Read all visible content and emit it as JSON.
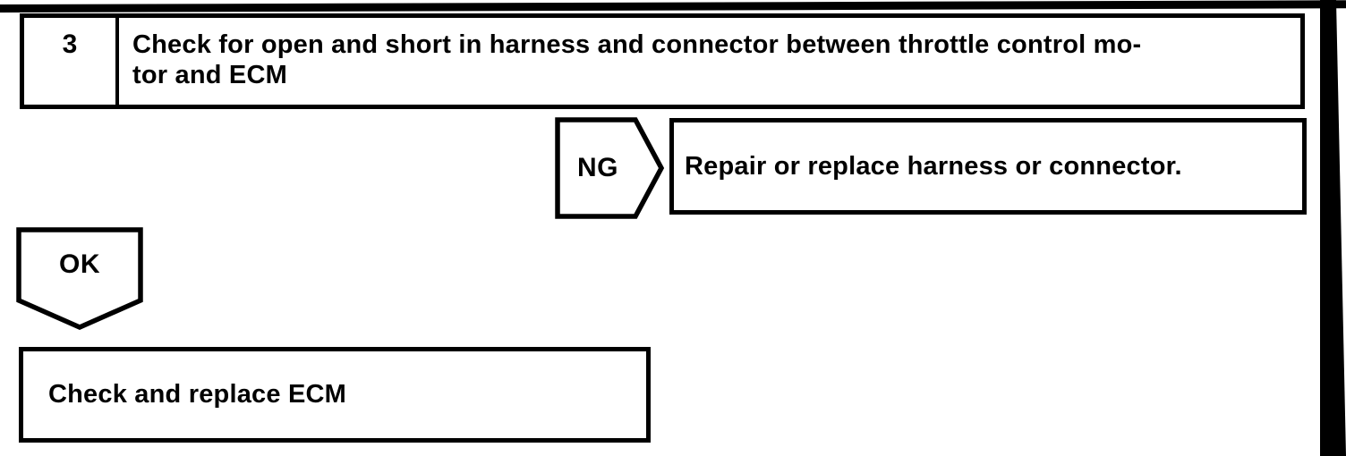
{
  "palette": {
    "ink": "#000000",
    "paper": "#ffffff"
  },
  "step": {
    "number": "3",
    "title_line1": "Check for open and short in harness and connector between throttle control mo-",
    "title_line2": "tor and ECM"
  },
  "ng_branch": {
    "label": "NG",
    "action": "Repair or replace harness or connector."
  },
  "ok_branch": {
    "label": "OK",
    "action": "Check and replace ECM"
  }
}
